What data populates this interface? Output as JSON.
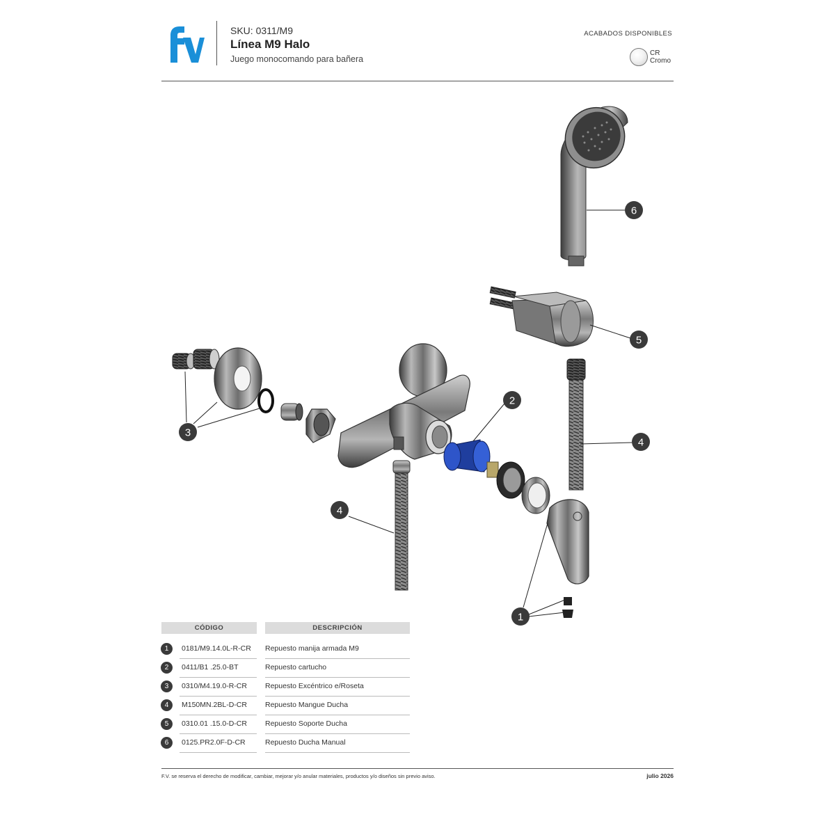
{
  "header": {
    "brand": "fv",
    "sku": "SKU: 0311/M9",
    "line": "Línea M9 Halo",
    "description": "Juego monocomando para bañera",
    "finishes_label": "ACABADOS DISPONIBLES",
    "finish": {
      "code": "CR",
      "name": "Cromo"
    },
    "brand_color": "#1a8fd8"
  },
  "callouts": [
    "1",
    "2",
    "3",
    "4",
    "4",
    "5",
    "6"
  ],
  "table": {
    "headers": {
      "code": "CÓDIGO",
      "description": "DESCRIPCIÓN"
    },
    "rows": [
      {
        "num": "1",
        "code": "0181/M9.14.0L-R-CR",
        "description": "Repuesto manija armada M9"
      },
      {
        "num": "2",
        "code": "0411/B1 .25.0-BT",
        "description": "Repuesto cartucho"
      },
      {
        "num": "3",
        "code": "0310/M4.19.0-R-CR",
        "description": "Repuesto Excéntrico e/Roseta"
      },
      {
        "num": "4",
        "code": "M150MN.2BL-D-CR",
        "description": "Repuesto Mangue Ducha"
      },
      {
        "num": "5",
        "code": "0310.01 .15.0-D-CR",
        "description": "Repuesto Soporte Ducha"
      },
      {
        "num": "6",
        "code": "0125.PR2.0F-D-CR",
        "description": "Repuesto Ducha Manual"
      }
    ]
  },
  "footer": {
    "disclaimer": "F.V. se reserva el derecho de modificar, cambiar, mejorar y/o anular materiales, productos y/o diseños sin previo aviso.",
    "date": "julio 2026"
  }
}
